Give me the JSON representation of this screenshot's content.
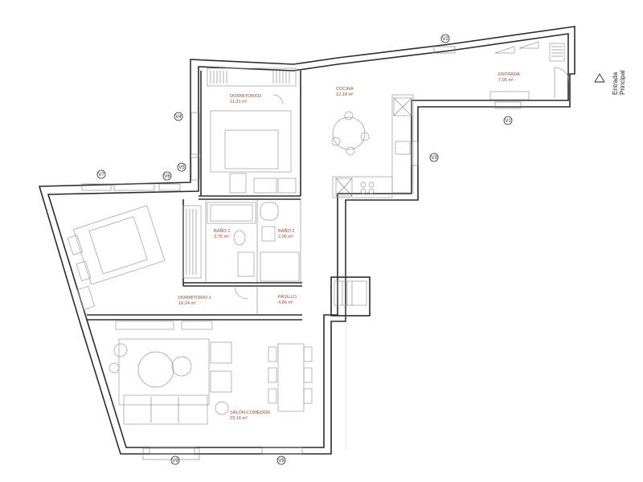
{
  "rooms": {
    "dormitorio2": {
      "name": "DORMITORIO2",
      "area": "11,31 m²"
    },
    "cocina": {
      "name": "COCINA",
      "area": "12,18 m²"
    },
    "entrada": {
      "name": "ENTRADA",
      "area": "7,05 m²"
    },
    "bano1": {
      "name": "BAÑO 1",
      "area": "3,75 m²"
    },
    "bano2": {
      "name": "BAÑO 2",
      "area": "2,90 m²"
    },
    "dormitorio1": {
      "name": "DORMITORIO 1",
      "area": "16,24 m²"
    },
    "pasillo": {
      "name": "PASILLO",
      "area": "4,86 m²"
    },
    "salon": {
      "name": "SALÓN-COMEDOR",
      "area": "23,16 m²"
    }
  },
  "windows": {
    "v1": "V1",
    "v2": "V2",
    "v3": "V3",
    "v4": "V4",
    "v5": "V5",
    "v6": "V6",
    "v7": "V7",
    "v8": "V8",
    "v9": "V9"
  },
  "entrance": {
    "line1": "Entrada",
    "line2": "Principal"
  }
}
